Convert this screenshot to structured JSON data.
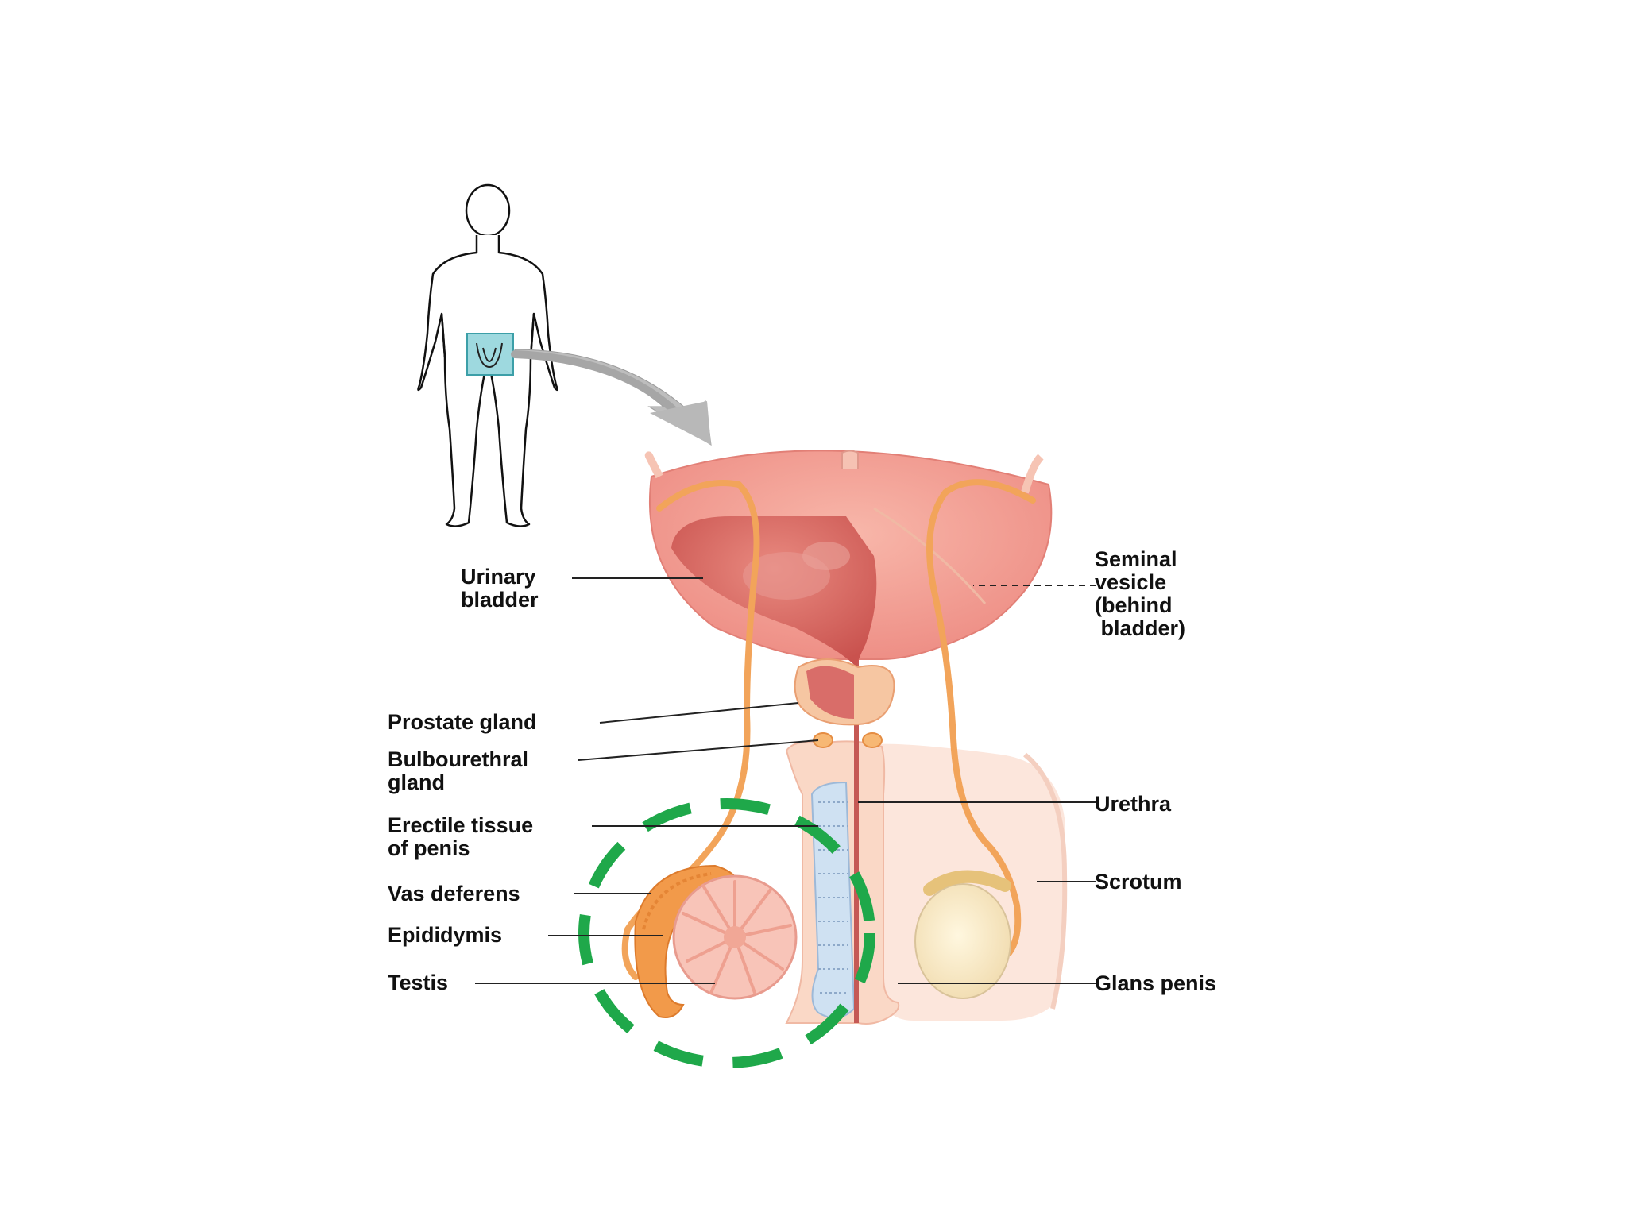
{
  "labels": {
    "urinary_bladder": "Urinary\nbladder",
    "seminal_vesicle": "Seminal\nvesicle\n(behind\n bladder)",
    "prostate_gland": "Prostate gland",
    "bulbourethral_gland": "Bulbourethral\ngland",
    "erectile_tissue": "Erectile tissue\nof penis",
    "vas_deferens": "Vas deferens",
    "epididymis": "Epididymis",
    "testis": "Testis",
    "urethra": "Urethra",
    "scrotum": "Scrotum",
    "glans_penis": "Glans penis"
  },
  "colors": {
    "bladder": "#f3a59a",
    "bladder_inner": "#d9665e",
    "tissue_light": "#fbd9c8",
    "duct": "#f2a45a",
    "testis": "#f8c4b8",
    "epididymis": "#f29a4a",
    "highlight_box": "#9ed9df",
    "arrow": "#bdbdbd",
    "dashed_circle": "#1fa84a",
    "leader_line": "#222222"
  },
  "highlight": {
    "shape": "dashed-circle",
    "target": "testis"
  }
}
